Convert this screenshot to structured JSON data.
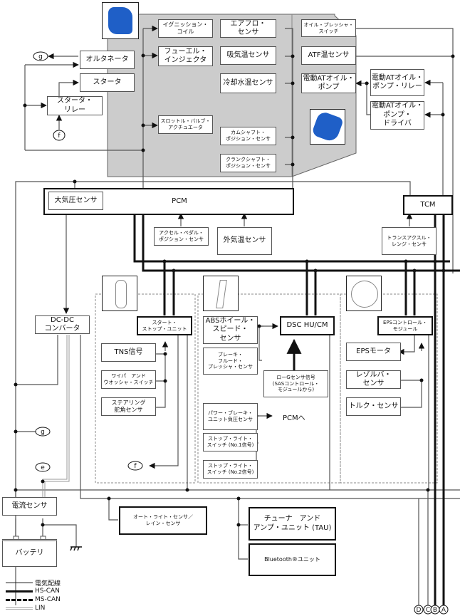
{
  "title": "制御システム構成図",
  "colors": {
    "engine_area": "#cccccc",
    "wire": "#555555",
    "can": "#111111",
    "lin": "#aaaaaa",
    "engine_img": "#1f5fc7"
  },
  "engine_area": {
    "actuators": [
      "イグニッション・\nコイル",
      "フューエル・\nインジェクタ",
      "スロットル・バルブ・\nアクチュエータ"
    ],
    "sensors": [
      "エアフロ・\nセンサ",
      "吸気温センサ",
      "冷却水温センサ",
      "カムシャフト・\nポジション・センサ",
      "クランクシャフト・\nポジション・センサ"
    ],
    "transmission": [
      "オイル・プレッシャ・\nスイッチ",
      "ATF温センサ",
      "電動ATオイル・\nポンプ"
    ],
    "pump_relay": "電動ATオイル・\nポンプ・リレー",
    "pump_driver": "電動ATオイル・\nポンプ・\nドライバ"
  },
  "charging": {
    "alternator": "オルタネータ",
    "starter": "スタータ",
    "starter_relay": "スタータ・\nリレー"
  },
  "pcm": {
    "label": "PCM",
    "baro_sensor": "大気圧センサ",
    "accel_sensor": "アクセル・ペダル・\nポジション・センサ",
    "ambient_sensor": "外気温センサ"
  },
  "tcm": {
    "label": "TCM",
    "range_sensor": "トランスアクスル・\nレンジ・センサ"
  },
  "dcdc": "DC-DC\nコンバータ",
  "start_stop": {
    "unit": "スタート・\nストップ・ユニット",
    "inputs": [
      "TNS信号",
      "ワイパ　アンド\nウオッシャ・スイッチ",
      "ステアリング\n舵角センサ"
    ]
  },
  "dsc": {
    "unit": "DSC HU/CM",
    "inputs": [
      "ABSホイール・\nスピード・\nセンサ",
      "ブレーキ・\nフルード・\nプレッシャ・センサ"
    ],
    "g_sensor": "ローGセンサ信号\n(SASコントロール・\nモジュールから)",
    "brake_inputs": [
      "パワー・ブレーキ・\nユニット負圧センサ",
      "ストップ・ライト・\nスイッチ (No.1信号)",
      "ストップ・ライト・\nスイッチ (No.2信号)"
    ],
    "to_pcm": "PCMへ"
  },
  "eps": {
    "unit": "EPSコントロール・\nモジュール",
    "motor": "EPSモータ",
    "resolver": "レゾルバ・\nセンサ",
    "torque": "トルク・センサ"
  },
  "power": {
    "current_sensor": "電流センサ",
    "battery": "バッテリ"
  },
  "body": {
    "auto_light": "オート・ライト・センサ／\nレイン・センサ",
    "tau": "チューナ　アンド\nアンプ・ユニット (TAU)",
    "bluetooth": "Bluetooth®ユニット"
  },
  "connectors": {
    "g": "g",
    "f": "f",
    "e": "e",
    "A": "A",
    "B": "B",
    "C": "C",
    "D": "D"
  },
  "legend": [
    {
      "label": "電気配線",
      "style": "thin"
    },
    {
      "label": "HS-CAN",
      "style": "thick"
    },
    {
      "label": "MS-CAN",
      "style": "dashed"
    },
    {
      "label": "LIN",
      "style": "double"
    }
  ]
}
